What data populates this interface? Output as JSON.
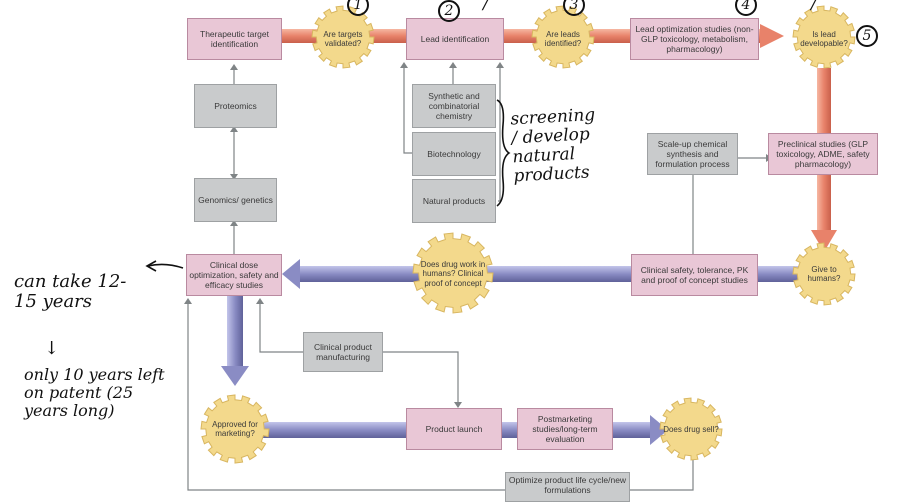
{
  "boxes": {
    "therapeutic_target": "Therapeutic target identification",
    "lead_identification": "Lead identification",
    "lead_optimization": "Lead optimization studies (non-GLP toxicology, metabolism, pharmacology)",
    "proteomics": "Proteomics",
    "genomics": "Genomics/ genetics",
    "synthetic_chemistry": "Synthetic and combinatorial chemistry",
    "biotechnology": "Biotechnology",
    "natural_products": "Natural products",
    "scale_up": "Scale-up chemical synthesis and formulation process",
    "preclinical": "Preclinical studies (GLP toxicology, ADME, safety pharmacology)",
    "clinical_dose": "Clinical dose optimization, safety and efficacy studies",
    "clinical_safety": "Clinical safety, tolerance, PK and proof of concept studies",
    "clinical_manufacturing": "Clinical product manufacturing",
    "product_launch": "Product launch",
    "postmarketing": "Postmarketing studies/long-term evaluation",
    "optimize_product": "Optimize product life cycle/new formulations"
  },
  "gears": {
    "targets_validated": "Are targets validated?",
    "leads_identified": "Are leads identified?",
    "lead_developable": "Is lead developable?",
    "drug_work": "Does drug work in humans? Clinical proof of concept",
    "give_to_humans": "Give to humans?",
    "approved": "Approved for marketing?",
    "drug_sell": "Does drug sell?"
  },
  "annotations": {
    "circle_1": "1",
    "circle_2": "2",
    "circle_3": "3",
    "circle_4": "4",
    "circle_5": "5",
    "screening_note": "screening / develop natural products",
    "timeline_note": "can take 12-15 years",
    "down_arrow": "↓",
    "patent_note": "only 10 years left on patent (25 years long)"
  },
  "colors": {
    "pink_box": "#e9c7d6",
    "grey_box": "#c9cbcc",
    "gear_fill": "#f3d98c",
    "orange_arrow": "#e8826a",
    "purple_arrow": "#8a8cc4"
  }
}
